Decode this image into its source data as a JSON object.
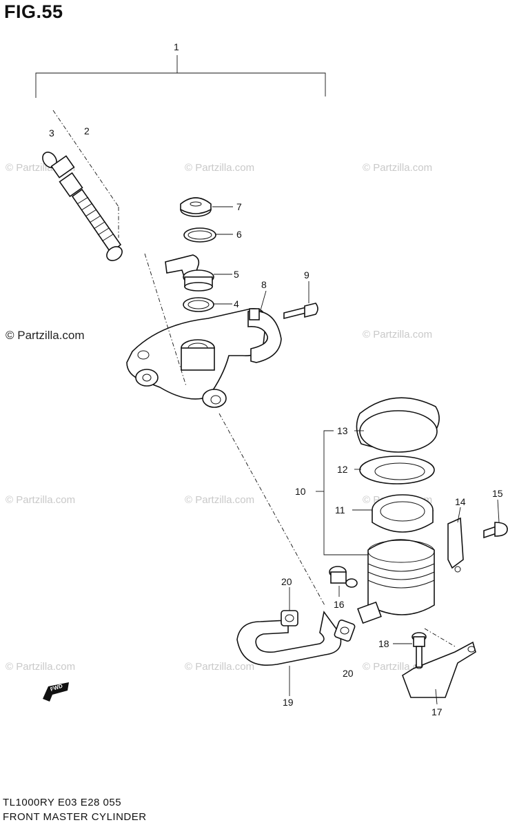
{
  "figure": {
    "title": "FIG.55"
  },
  "watermarks": {
    "main": "© Partzilla.com",
    "faint": "© Partzilla.com"
  },
  "callouts": {
    "c1": "1",
    "c2": "2",
    "c3": "3",
    "c4": "4",
    "c5": "5",
    "c6": "6",
    "c7": "7",
    "c8": "8",
    "c9": "9",
    "c10": "10",
    "c11": "11",
    "c12": "12",
    "c13": "13",
    "c14": "14",
    "c15": "15",
    "c16": "16",
    "c17": "17",
    "c18": "18",
    "c19": "19",
    "c20a": "20",
    "c20b": "20"
  },
  "fwd_badge": {
    "label": "FWD"
  },
  "footer": {
    "model_code": "TL1000RY  E03  E28  055",
    "caption": "FRONT MASTER CYLINDER"
  }
}
